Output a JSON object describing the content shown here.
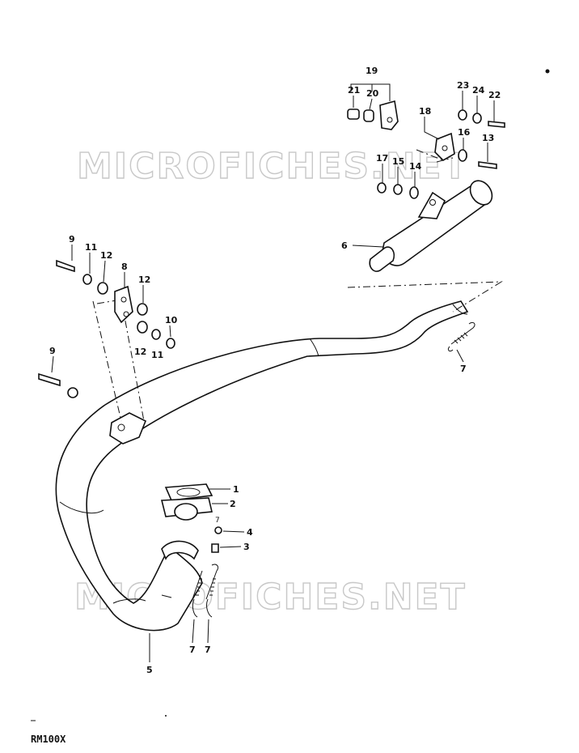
{
  "watermarks": [
    "MICROFICHES.NET",
    "MICROFICHES.NET"
  ],
  "model_code": "RM100X",
  "callouts": {
    "p1": "1",
    "p2": "2",
    "p3": "3",
    "p4": "4",
    "p5": "5",
    "p6": "6",
    "p7a": "7",
    "p7b": "7",
    "p7c": "7",
    "p7d": "7",
    "p8": "8",
    "p9a": "9",
    "p9b": "9",
    "p10": "10",
    "p11a": "11",
    "p11b": "11",
    "p12a": "12",
    "p12b": "12",
    "p12c": "12",
    "p13": "13",
    "p14": "14",
    "p15": "15",
    "p16": "16",
    "p17": "17",
    "p18": "18",
    "p19": "19",
    "p20": "20",
    "p21": "21",
    "p22": "22",
    "p23": "23",
    "p24": "24"
  }
}
